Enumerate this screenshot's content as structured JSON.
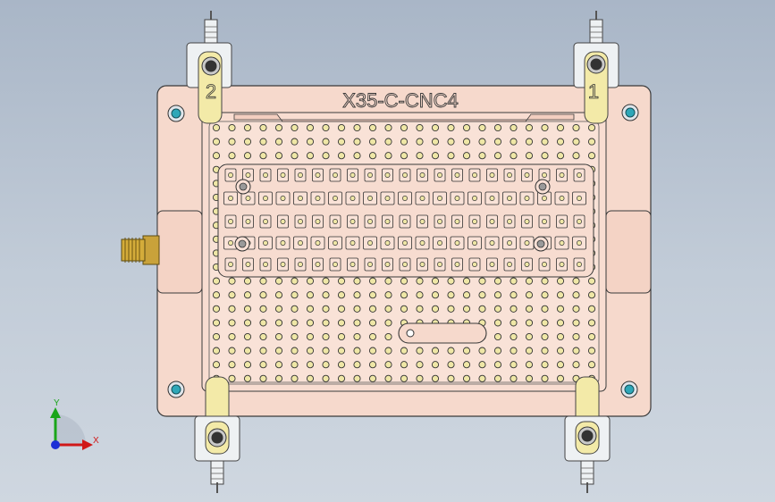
{
  "view": {
    "background_top": "#a9b6c7",
    "background_bottom": "#cfd7e0"
  },
  "model": {
    "engraving": "X35-C-CNC4",
    "fixture_color": "#f6d9cc",
    "edge_color": "#3a3a3a",
    "hole_color": "#efe7a6",
    "clamp_color": "#f3eaa8",
    "clamps": [
      {
        "number": "1"
      },
      {
        "number": "2"
      },
      {
        "number": ""
      },
      {
        "number": ""
      }
    ],
    "locator_pins": 4,
    "side_connector": "threaded-fitting"
  },
  "triad": {
    "x_label": "X",
    "y_label": "Y",
    "x_color": "#d01818",
    "y_color": "#1aa51a",
    "z_color": "#1b2fd6"
  }
}
